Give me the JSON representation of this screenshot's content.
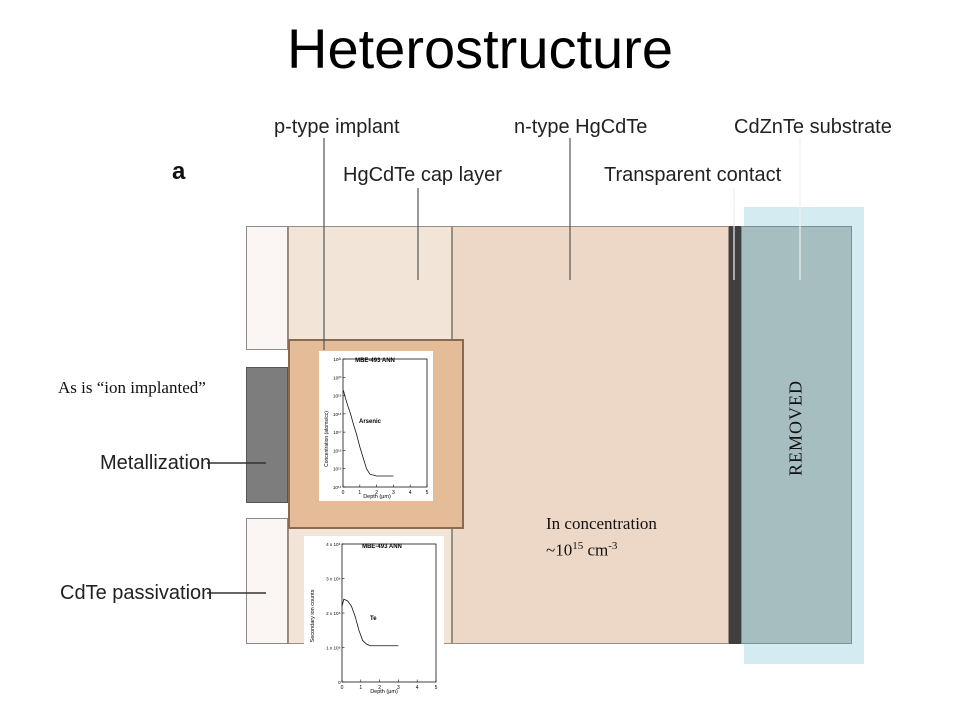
{
  "title": "Heterostructure",
  "panel_letter": "a",
  "labels": {
    "p_type_implant": "p-type implant",
    "hgcdte_cap_layer": "HgCdTe cap layer",
    "n_type_hgcdte": "n-type HgCdTe",
    "transparent_contact": "Transparent contact",
    "cdznte_substrate": "CdZnTe substrate",
    "metallization": "Metallization",
    "cdte_passivation": "CdTe passivation",
    "as_ion_implanted": "As is “ion implanted”",
    "removed": "REMOVED",
    "in_concentration_line1": "In concentration",
    "in_concentration_base": "~10",
    "in_concentration_exp": "15",
    "in_concentration_unit": " cm",
    "in_concentration_unit_exp": "-3"
  },
  "inset_arsenic": {
    "header": "MBE-493 ANN",
    "species": "Arsenic",
    "ylabel": "Concentration (atoms/cc)",
    "xlabel": "Depth (μm)",
    "y_ticks": [
      "10²¹",
      "10²⁰",
      "10¹⁹",
      "10¹⁸",
      "10¹⁷",
      "10¹⁶",
      "10¹⁵",
      "10¹⁴"
    ],
    "x_ticks": [
      "0",
      "1",
      "2",
      "3",
      "4",
      "5"
    ],
    "chart_data": {
      "type": "line",
      "x": [
        0.0,
        0.05,
        0.1,
        0.2,
        0.3,
        0.45,
        0.6,
        0.8,
        1.0,
        1.2,
        1.4,
        1.6,
        2.0,
        2.5,
        3.0
      ],
      "y_log10": [
        19.3,
        19.2,
        19.0,
        18.7,
        18.4,
        18.0,
        17.5,
        16.9,
        16.2,
        15.6,
        15.0,
        14.7,
        14.6,
        14.6,
        14.6
      ],
      "xlim": [
        0,
        5
      ],
      "ylim_log10": [
        14,
        21
      ]
    }
  },
  "inset_te": {
    "header": "MBE-493 ANN",
    "species": "Te",
    "ylabel": "Secondary ion counts",
    "xlabel": "Depth (μm)",
    "y_ticks": [
      "4 x 10⁶",
      "3 x 10⁶",
      "2 x 10⁶",
      "1 x 10⁶",
      "0"
    ],
    "x_ticks": [
      "0",
      "1",
      "2",
      "3",
      "4",
      "5"
    ],
    "chart_data": {
      "type": "line",
      "x": [
        0.0,
        0.1,
        0.3,
        0.5,
        0.7,
        0.9,
        1.1,
        1.3,
        1.5,
        2.0,
        2.5,
        3.0
      ],
      "y": [
        2200000,
        2400000,
        2350000,
        2200000,
        1900000,
        1500000,
        1200000,
        1100000,
        1050000,
        1050000,
        1050000,
        1050000
      ],
      "xlim": [
        0,
        5
      ],
      "ylim": [
        0,
        4000000
      ]
    }
  },
  "colors": {
    "cap_layer": "#f3e4d8",
    "n_type": "#edd7c6",
    "implant": "#e4bd98",
    "implant_border": "#8c6a52",
    "contact": "#3f3f3f",
    "substrate": "#a7bec1",
    "removed_highlight": "#d4ecf1",
    "passivation": "#fbf6f3",
    "metallization": "#7d7d7d"
  }
}
